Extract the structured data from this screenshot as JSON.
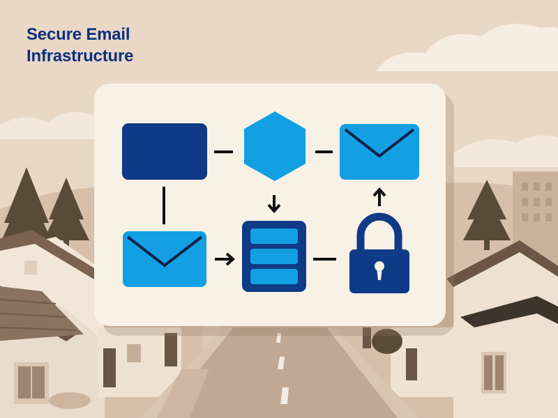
{
  "title": {
    "line1": "Secure Email",
    "line2": "Infrastructure"
  },
  "colors": {
    "title": "#0e2f7e",
    "navy": "#0f3a86",
    "blue": "#12a0e3",
    "connector": "#111111",
    "card": "#f7f1e6",
    "sky": "#e9d8c6"
  },
  "diagram": {
    "nodes": [
      {
        "id": "mail-server",
        "icon": "navy-rectangle"
      },
      {
        "id": "security-gateway",
        "icon": "hexagon"
      },
      {
        "id": "outgoing-mail",
        "icon": "envelope-icon"
      },
      {
        "id": "incoming-mail",
        "icon": "envelope-icon"
      },
      {
        "id": "email-database",
        "icon": "server-database-icon"
      },
      {
        "id": "encryption",
        "icon": "padlock-icon"
      }
    ],
    "connections": [
      {
        "from": "mail-server",
        "to": "security-gateway",
        "style": "line"
      },
      {
        "from": "security-gateway",
        "to": "outgoing-mail",
        "style": "line"
      },
      {
        "from": "mail-server",
        "to": "incoming-mail",
        "style": "line"
      },
      {
        "from": "security-gateway",
        "to": "email-database",
        "style": "arrow"
      },
      {
        "from": "incoming-mail",
        "to": "email-database",
        "style": "arrow"
      },
      {
        "from": "email-database",
        "to": "encryption",
        "style": "line"
      },
      {
        "from": "encryption",
        "to": "outgoing-mail",
        "style": "arrow"
      }
    ]
  }
}
